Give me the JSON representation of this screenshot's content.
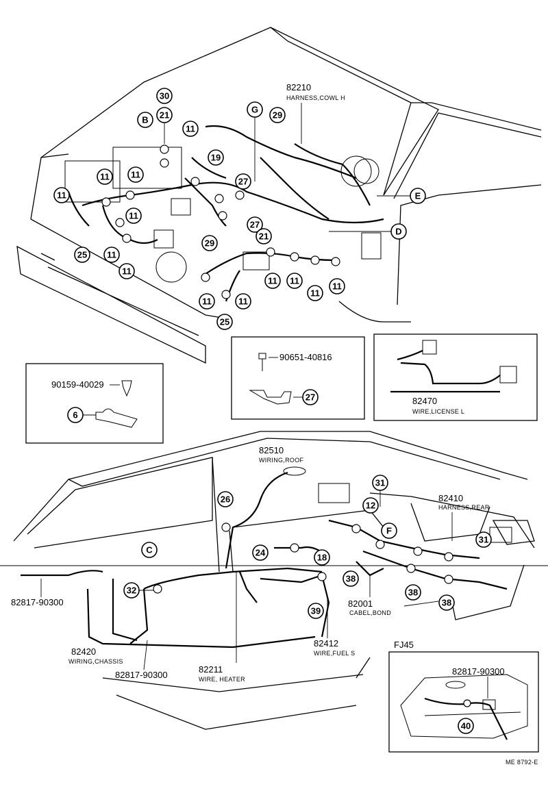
{
  "parts": {
    "cowl_harness": {
      "number": "82210",
      "name": "HARNESS,COWL H"
    },
    "bolt_top": {
      "number": "90651-40816"
    },
    "clip_left": {
      "number": "90159-40029"
    },
    "license_wire": {
      "number": "82470",
      "name": "WIRE,LICENSE L"
    },
    "roof_wiring": {
      "number": "82510",
      "name": "WIRING,ROOF"
    },
    "rear_harness": {
      "number": "82410",
      "name": "HARNESS,REAR"
    },
    "bolt_chassis": {
      "number": "82817-90300"
    },
    "chassis_wiring": {
      "number": "82420",
      "name": "WIRING,CHASSIS"
    },
    "bolt_chassis_2": {
      "number": "82817-90300"
    },
    "heater_wire": {
      "number": "82211",
      "name": "WIRE, HEATER"
    },
    "fuel_wire": {
      "number": "82412",
      "name": "WIRE,FUEL S"
    },
    "bond_cable": {
      "number": "82001",
      "name": "CABEL,BOND"
    },
    "bolt_tank": {
      "number": "82817-90300"
    }
  },
  "variant_label": "FJ45",
  "drawing_code": "ME 8792-E",
  "callouts": {
    "c30": "30",
    "c21a": "21",
    "cB": "B",
    "c11": "11",
    "c19": "19",
    "cG": "G",
    "c29": "29",
    "c27": "27",
    "cE": "E",
    "cD": "D",
    "c21": "21",
    "c25": "25",
    "c6": "6",
    "c26": "26",
    "c31": "31",
    "c12": "12",
    "cF": "F",
    "c24": "24",
    "c18": "18",
    "cC": "C",
    "c32": "32",
    "c38": "38",
    "c39": "39",
    "c40": "40"
  }
}
